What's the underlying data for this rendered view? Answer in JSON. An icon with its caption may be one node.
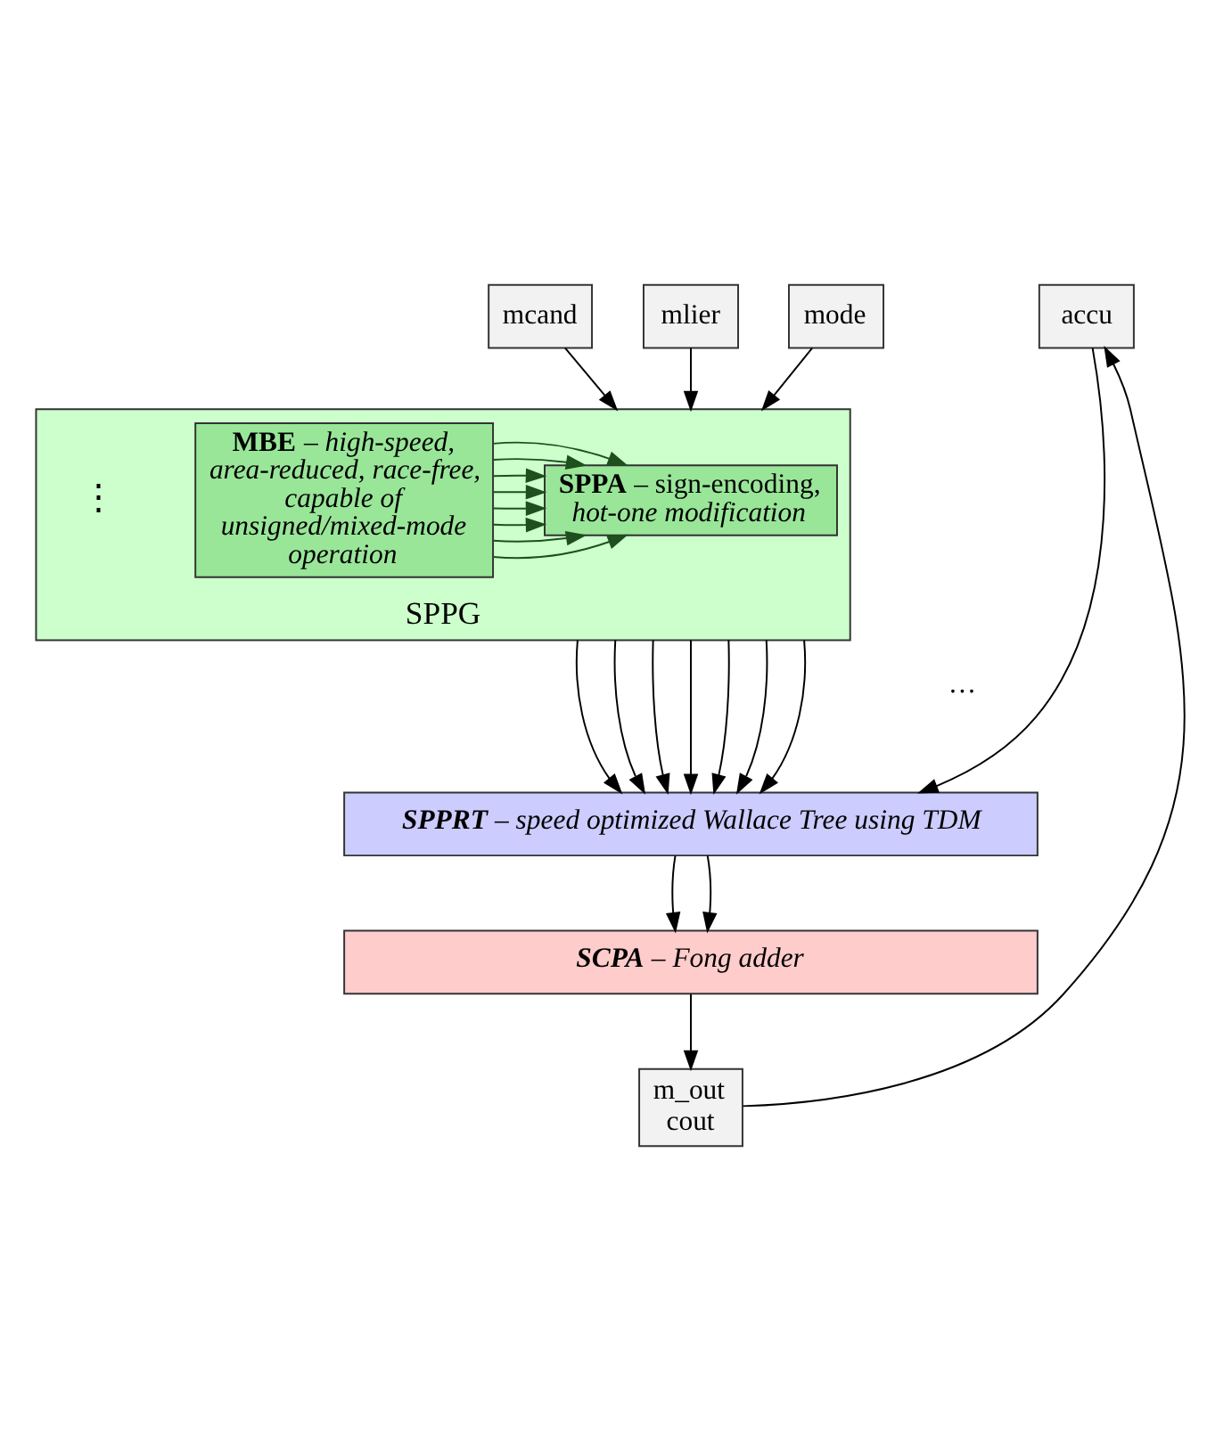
{
  "diagram": {
    "nodes": [
      {
        "text": [
          "mcand"
        ]
      },
      {
        "text": [
          "mlier"
        ]
      },
      {
        "text": [
          "mode"
        ]
      },
      {
        "text": [
          "accu"
        ]
      },
      {
        "text": [
          "SPPG"
        ]
      },
      {
        "text": [
          "**SPPA** – sign-encoding, *hot-one modification*"
        ],
        "in": 4
      },
      {
        "text": [
          "**MBE** – *high-speed, area-reduced, race-free, capable of unsigned/mixed-mode operation*"
        ],
        "in": 4
      },
      {
        "text": [
          "**SPPRT** – *speed optimized Wallace Tree using TDM*"
        ]
      },
      {
        "text": [
          "**SCPA** – *Fong adder*"
        ]
      },
      {
        "text": [
          "m_out",
          "cout"
        ]
      }
    ],
    "edges": [
      {
        "from": 0,
        "to": 4,
        "arrow": "to"
      },
      {
        "from": 1,
        "to": 4,
        "arrow": "to"
      },
      {
        "from": 2,
        "to": 4,
        "arrow": "to"
      },
      {
        "from": 6,
        "to": 5,
        "arrow": "to",
        "color": "#1f4f1f"
      },
      {
        "from": 6,
        "to": 5,
        "arrow": "to",
        "color": "#1f4f1f"
      },
      {
        "from": 6,
        "to": 5,
        "arrow": "to",
        "color": "#1f4f1f"
      },
      {
        "from": 6,
        "to": 5,
        "arrow": "to",
        "color": "#1f4f1f"
      },
      {
        "from": 6,
        "to": 5,
        "arrow": "to",
        "color": "#1f4f1f"
      },
      {
        "from": 6,
        "to": 5,
        "arrow": "to",
        "color": "#1f4f1f"
      },
      {
        "from": 6,
        "to": 5,
        "arrow": "to",
        "color": "#1f4f1f"
      },
      {
        "from": 6,
        "to": 5,
        "arrow": "to",
        "color": "#1f4f1f"
      },
      {
        "from": 4,
        "to": 7,
        "arrow": "to"
      },
      {
        "from": 4,
        "to": 7,
        "arrow": "to"
      },
      {
        "from": 4,
        "to": 7,
        "arrow": "to"
      },
      {
        "from": 4,
        "to": 7,
        "arrow": "to"
      },
      {
        "from": 4,
        "to": 7,
        "arrow": "to"
      },
      {
        "from": 4,
        "to": 7,
        "arrow": "to"
      },
      {
        "from": 4,
        "to": 7,
        "arrow": "to"
      },
      {
        "from": 3,
        "to": 7,
        "arrow": "to"
      },
      {
        "from": 7,
        "to": 8,
        "arrow": "to"
      },
      {
        "from": 7,
        "to": 8,
        "arrow": "to"
      },
      {
        "from": 8,
        "to": 9,
        "arrow": "to"
      },
      {
        "from": 9,
        "to": 3,
        "arrow": "to"
      }
    ],
    "labels": [
      "⋮",
      "…"
    ]
  }
}
